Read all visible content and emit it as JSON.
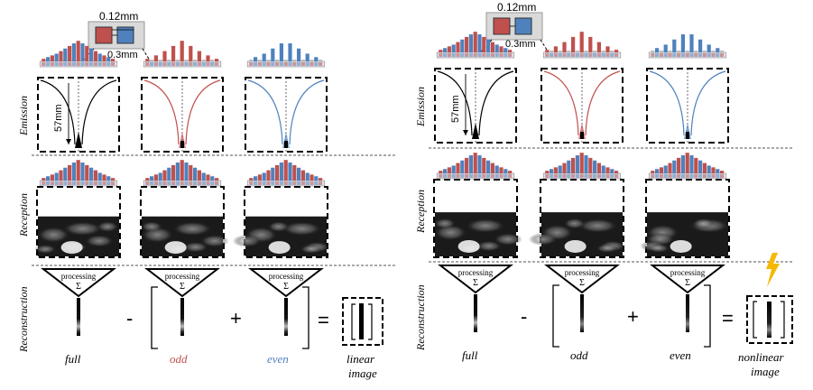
{
  "colors": {
    "odd": "#c0504d",
    "even": "#4f81bd",
    "frame": "#000000",
    "divider": "#555555",
    "dark": "#1a1a1a",
    "bolt": "#f5b800"
  },
  "row_labels": {
    "emission": "Emission",
    "reception": "Reception",
    "reconstruction": "Reconstruction"
  },
  "annotations": {
    "pitch": "0.12mm",
    "width": "0.3mm",
    "depth": "57mm",
    "processing": "processing",
    "sum": "Σ"
  },
  "operators": {
    "minus": "-",
    "plus": "+",
    "equals": "="
  },
  "panels": [
    {
      "labels": {
        "full": "full",
        "odd": "odd",
        "even": "even",
        "result_line1": "linear",
        "result_line2": "image"
      },
      "odd_label_colored": true,
      "lightning": false
    },
    {
      "labels": {
        "full": "full",
        "odd": "odd",
        "even": "even",
        "result_line1": "nonlinear",
        "result_line2": "image"
      },
      "odd_label_colored": false,
      "lightning": true
    }
  ],
  "icons": [
    "transducer-array-icon",
    "element-pair-icon",
    "lightning-icon",
    "summation-icon"
  ]
}
